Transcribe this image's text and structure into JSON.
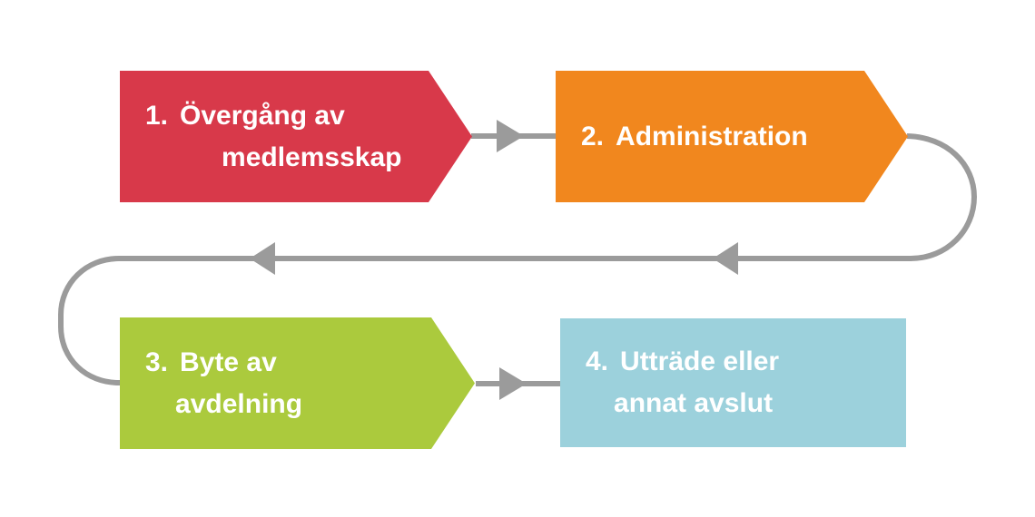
{
  "diagram": {
    "background_color": "#ffffff",
    "text_color": "#ffffff",
    "connector_color": "#9b9b9b",
    "steps": [
      {
        "number": "1.",
        "line1": "Övergång av",
        "line2": "medlemsskap",
        "color": "#d8394a",
        "shape": "arrow-pentagon"
      },
      {
        "number": "2.",
        "line1": "Administration",
        "line2": "",
        "color": "#f1871e",
        "shape": "arrow-pentagon"
      },
      {
        "number": "3.",
        "line1": "Byte av",
        "line2": "avdelning",
        "color": "#abca3d",
        "shape": "arrow-pentagon"
      },
      {
        "number": "4.",
        "line1": "Utträde eller",
        "line2": "annat avslut",
        "color": "#9cd1dc",
        "shape": "rectangle"
      }
    ],
    "flow": [
      "step-1 to step-2",
      "step-2 loops back via right curve and middle line to left curve",
      "left curve enters step-3",
      "step-3 to step-4"
    ]
  }
}
